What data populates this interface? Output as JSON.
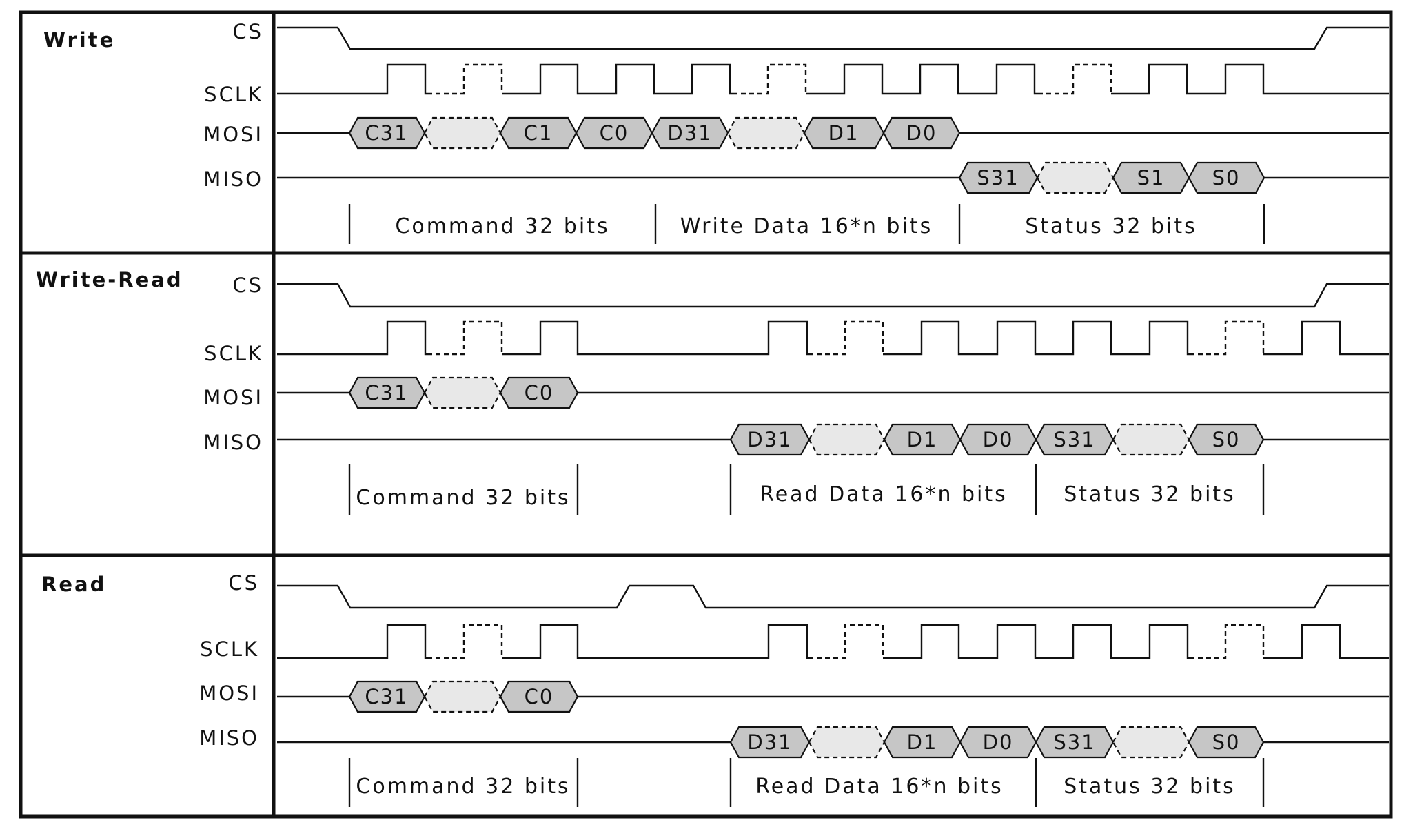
{
  "colors": {
    "ink": "#111111",
    "bit_fill": "#c6c6c6",
    "gap_fill": "#e8e8e8",
    "background": "#ffffff"
  },
  "panels": [
    {
      "title": "Write",
      "signals": [
        "CS",
        "SCLK",
        "MOSI",
        "MISO"
      ],
      "mosi_cells": [
        {
          "label": "C31",
          "dashed": false
        },
        {
          "label": "",
          "dashed": true
        },
        {
          "label": "C1",
          "dashed": false
        },
        {
          "label": "C0",
          "dashed": false
        },
        {
          "label": "D31",
          "dashed": false
        },
        {
          "label": "",
          "dashed": true
        },
        {
          "label": "D1",
          "dashed": false
        },
        {
          "label": "D0",
          "dashed": false
        }
      ],
      "miso_cells": [
        {
          "label": "S31",
          "dashed": false
        },
        {
          "label": "",
          "dashed": true
        },
        {
          "label": "S1",
          "dashed": false
        },
        {
          "label": "S0",
          "dashed": false
        }
      ],
      "segments": [
        "Command 32 bits",
        "Write Data 16*n bits",
        "Status 32 bits"
      ]
    },
    {
      "title": "Write-Read",
      "signals": [
        "CS",
        "SCLK",
        "MOSI",
        "MISO"
      ],
      "mosi_cells": [
        {
          "label": "C31",
          "dashed": false
        },
        {
          "label": "",
          "dashed": true
        },
        {
          "label": "C0",
          "dashed": false
        }
      ],
      "miso_cells": [
        {
          "label": "D31",
          "dashed": false
        },
        {
          "label": "",
          "dashed": true
        },
        {
          "label": "D1",
          "dashed": false
        },
        {
          "label": "D0",
          "dashed": false
        },
        {
          "label": "S31",
          "dashed": false
        },
        {
          "label": "",
          "dashed": true
        },
        {
          "label": "S0",
          "dashed": false
        }
      ],
      "segments": [
        "Command 32 bits",
        "Read Data 16*n bits",
        "Status 32 bits"
      ]
    },
    {
      "title": "Read",
      "signals": [
        "CS",
        "SCLK",
        "MOSI",
        "MISO"
      ],
      "mosi_cells": [
        {
          "label": "C31",
          "dashed": false
        },
        {
          "label": "",
          "dashed": true
        },
        {
          "label": "C0",
          "dashed": false
        }
      ],
      "miso_cells": [
        {
          "label": "D31",
          "dashed": false
        },
        {
          "label": "",
          "dashed": true
        },
        {
          "label": "D1",
          "dashed": false
        },
        {
          "label": "D0",
          "dashed": false
        },
        {
          "label": "S31",
          "dashed": false
        },
        {
          "label": "",
          "dashed": true
        },
        {
          "label": "S0",
          "dashed": false
        }
      ],
      "segments": [
        "Command 32 bits",
        "Read Data 16*n bits",
        "Status 32 bits"
      ]
    }
  ]
}
